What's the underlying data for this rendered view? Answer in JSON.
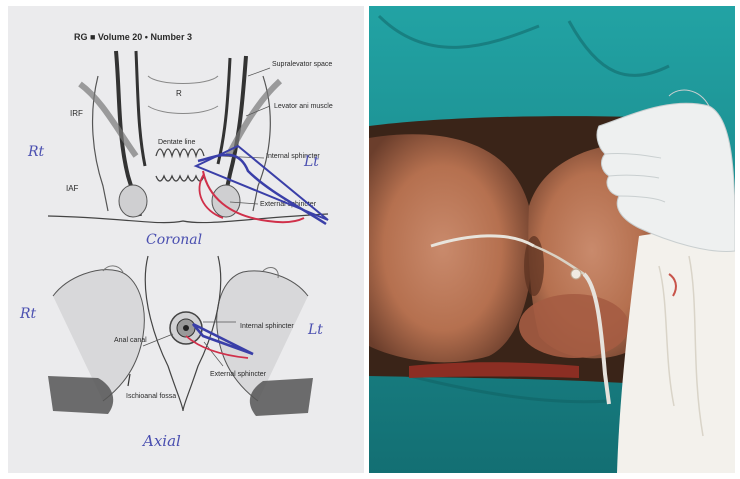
{
  "left_panel": {
    "journal_header": "RG ■ Volume 20 • Number 3",
    "coronal_labels": {
      "supralevator_space": "Supralevator space",
      "rectum": "R",
      "levator_ani": "Levator ani muscle",
      "irf": "IRF",
      "dentate_line": "Dentate line",
      "internal_sphincter": "Internal sphincter",
      "iaf": "IAF",
      "external_sphincter": "External sphincter"
    },
    "axial_labels": {
      "anal_canal": "Anal canal",
      "internal_sphincter": "Internal sphincter",
      "external_sphincter": "External sphincter",
      "ischioanal_fossa": "Ischioanal fossa"
    },
    "handwriting": {
      "coronal": "Coronal",
      "axial": "Axial",
      "rt_top": "Rt",
      "lt_top": "Lt",
      "rt_bottom": "Rt",
      "lt_bottom": "Lt"
    },
    "colors": {
      "paper": "#e9e9ea",
      "ink_blue": "#3a3fa8",
      "ink_red": "#d0304a"
    }
  },
  "right_panel": {
    "colors": {
      "drape": "#1a8f92",
      "skin": "#b86e55",
      "glove": "#eef0f0",
      "gauze": "#f3f1ec"
    }
  }
}
